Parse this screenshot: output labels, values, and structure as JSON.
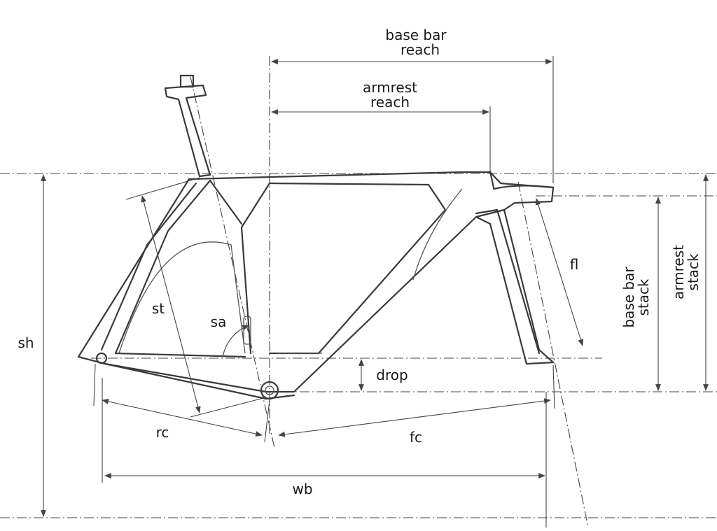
{
  "labels": {
    "base_bar_reach_line1": "base bar",
    "base_bar_reach_line2": "reach",
    "armrest_reach_line1": "armrest",
    "armrest_reach_line2": "reach",
    "sh": "sh",
    "st": "st",
    "sa": "sa",
    "fl": "fl",
    "drop": "drop",
    "rc": "rc",
    "fc": "fc",
    "wb": "wb",
    "base_bar_stack_line1": "base bar",
    "base_bar_stack_line2": "stack",
    "armrest_stack_line1": "armrest",
    "armrest_stack_line2": "stack"
  }
}
